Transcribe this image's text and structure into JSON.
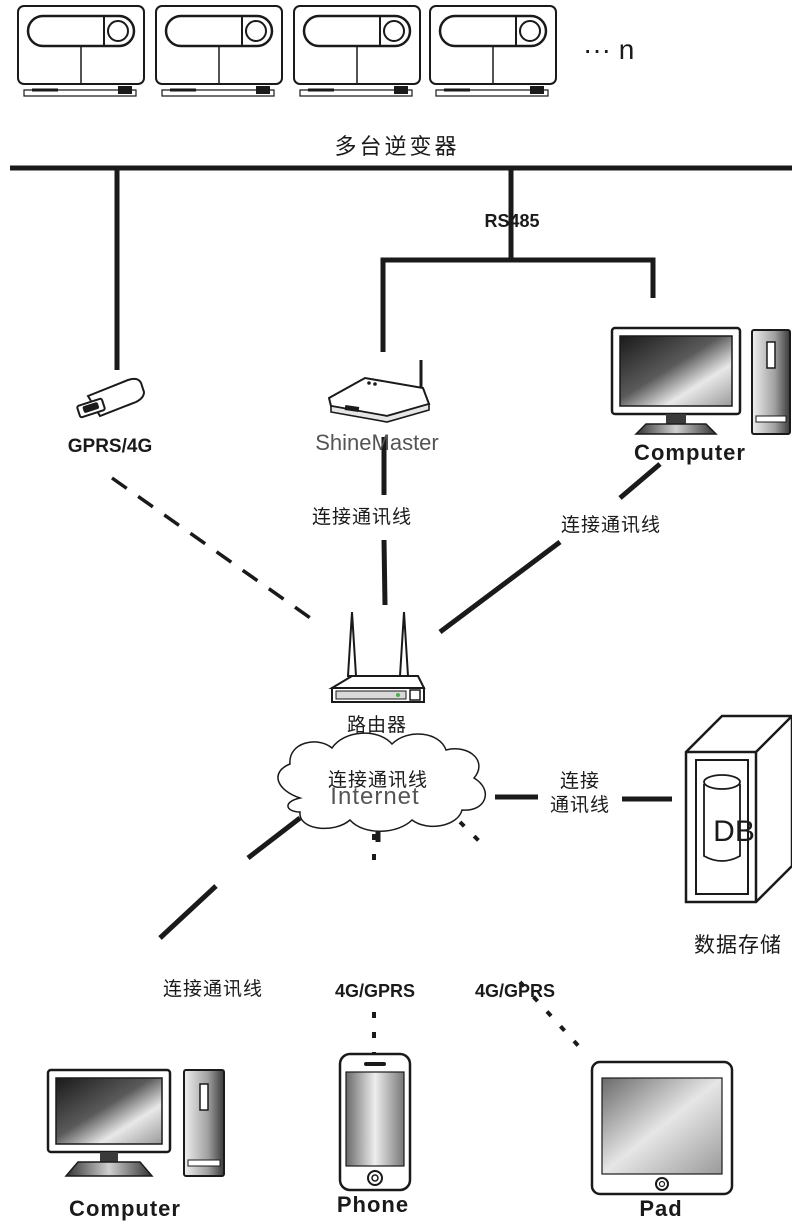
{
  "inverters": {
    "suffix": "··· n"
  },
  "bus": {
    "label": "多台逆变器"
  },
  "rs485": {
    "label": "RS485"
  },
  "devices": {
    "gprs_module": "GPRS/4G",
    "shinemaster": "ShineMaster",
    "computer_top": "Computer",
    "router": "路由器",
    "internet": "Internet",
    "db_box": "DB",
    "db_caption": "数据存储",
    "computer_bottom": "Computer",
    "phone": "Phone",
    "pad": "Pad"
  },
  "links": {
    "shinemaster_router": "连接通讯线",
    "computer_router": "连接通讯线",
    "router_internet": "连接通讯线",
    "db_line1": "连接",
    "db_line2": "通讯线",
    "internet_computer": "连接通讯线",
    "phone_protocol": "4G/GPRS",
    "pad_protocol": "4G/GPRS"
  },
  "colors": {
    "stroke": "#1a1a1a",
    "screen_dark": "#2a2a2a",
    "led": "#4caf50"
  }
}
